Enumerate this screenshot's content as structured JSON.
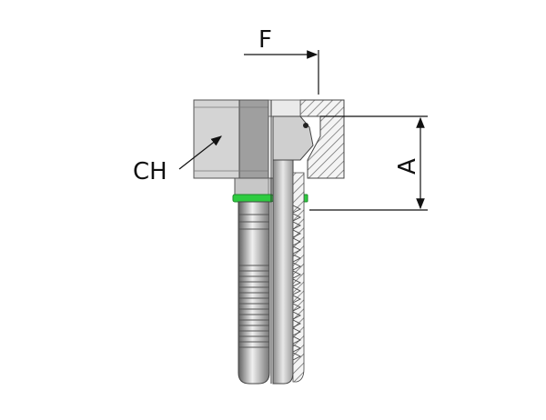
{
  "labels": {
    "dimension_f": "F",
    "dimension_ch": "CH",
    "dimension_a": "A"
  },
  "colors": {
    "metal_dark": "#6f6f6f",
    "metal_mid": "#a9a9a9",
    "metal_light": "#e6e6e6",
    "hatch": "#555555",
    "seal": "#2ecc40",
    "line": "#111111"
  }
}
